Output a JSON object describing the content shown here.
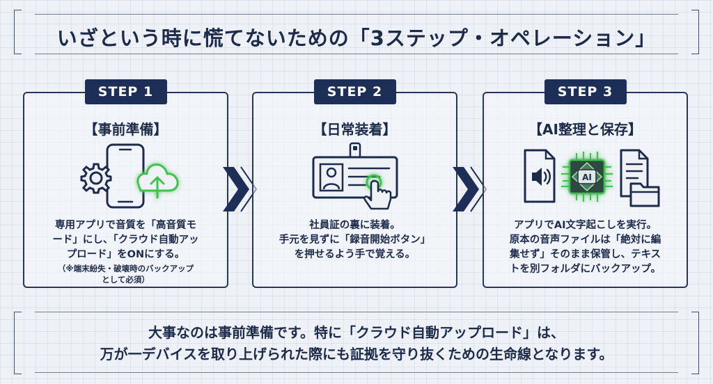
{
  "title": "いざという時に慌てないための「3ステップ・オペレーション」",
  "steps": [
    {
      "badge": "STEP 1",
      "heading": "【事前準備】",
      "icons": [
        "smartphone-icon",
        "gear-icon",
        "cloud-upload-icon"
      ],
      "description": [
        "専用アプリで音質を「高音質モ",
        "ード」にし、「クラウド自動アッ",
        "プロード」をONにする。"
      ],
      "note": [
        "（※端末紛失・破壊時のバックアップ",
        "として必須）"
      ]
    },
    {
      "badge": "STEP 2",
      "heading": "【日常装着】",
      "icons": [
        "id-badge-icon",
        "pointing-hand-icon"
      ],
      "description": [
        "社員証の裏に装着。",
        "手元を見ずに「録音開始ボタン」",
        "を押せるよう手で覚える。"
      ]
    },
    {
      "badge": "STEP 3",
      "heading": "【AI整理と保存】",
      "icons": [
        "audio-file-icon",
        "ai-chip-icon",
        "document-folder-icon"
      ],
      "chip_label": "AI",
      "description": [
        "アプリでAI文字起こしを実行。",
        "原本の音声ファイルは「絶対に編",
        "集せず」そのまま保管し、テキス",
        "トを別フォルダにバックアップ。"
      ]
    }
  ],
  "summary": [
    "大事なのは事前準備です。特に「クラウド自動アップロード」は、",
    "万が一デバイスを取り上げられた際にも証拠を守り抜くための生命線となります。"
  ],
  "colors": {
    "navy": "#1d2f57",
    "ink": "#1d2b4b",
    "accent_green": "#3fc24f",
    "background": "#eef1f5"
  }
}
